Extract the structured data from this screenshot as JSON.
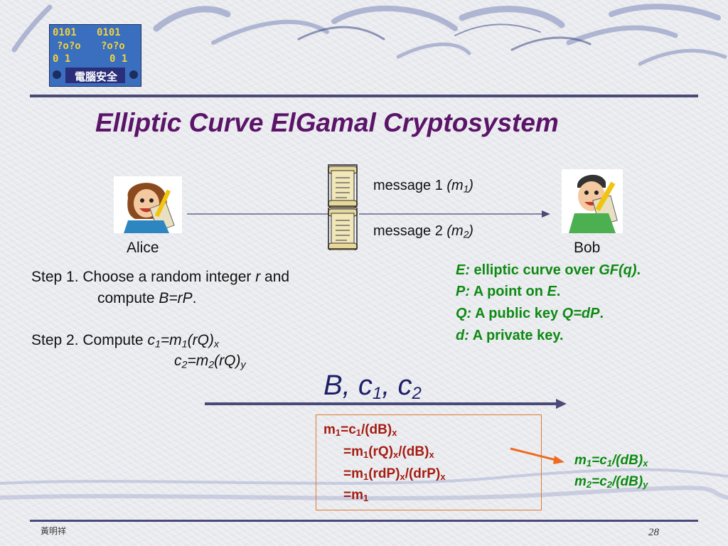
{
  "slide": {
    "title": "Elliptic Curve ElGamal Cryptosystem",
    "logo_text": "電腦安全",
    "alice_label": "Alice",
    "bob_label": "Bob",
    "message1": {
      "label": "message 1 ",
      "var": "(m",
      "sub": "1",
      "close": ")"
    },
    "message2": {
      "label": "message 2 ",
      "var": "(m",
      "sub": "2",
      "close": ")"
    },
    "step1": {
      "line1_a": "Step 1. Choose a random integer ",
      "line1_r": "r",
      "line1_b": " and",
      "line2_a": "compute ",
      "line2_var": "B=rP",
      "line2_b": "."
    },
    "step2": {
      "line1_a": "Step 2. Compute ",
      "c1": "c",
      "c1_sub": "1",
      "c1_eq": "=m",
      "c1_m_sub": "1",
      "c1_rq": "(rQ)",
      "c1_x": "x",
      "c2": "c",
      "c2_sub": "2",
      "c2_eq": "=m",
      "c2_m_sub": "2",
      "c2_rq": "(rQ)",
      "c2_y": "y"
    },
    "params": {
      "e_key": "E:",
      "e_text": " elliptic curve over ",
      "e_field": "GF(q)",
      "e_end": ".",
      "p_key": "P:",
      "p_text": " A point on ",
      "p_var": "E",
      "p_end": ".",
      "q_key": "Q:",
      "q_text": " A public key ",
      "q_var": "Q=dP",
      "q_end": ".",
      "d_key": "d:",
      "d_text": " A private key."
    },
    "transmit": {
      "b": "B, c",
      "s1": "1",
      "mid": ", c",
      "s2": "2"
    },
    "derivation": [
      {
        "parts": [
          "m",
          "1",
          "=c",
          "1",
          "/(dB)",
          "x"
        ]
      },
      {
        "parts": [
          "=m",
          "1",
          "(rQ)",
          "x",
          "/(dB)",
          "x"
        ]
      },
      {
        "parts": [
          "=m",
          "1",
          "(rdP)",
          "x",
          "/(drP)",
          "x"
        ]
      },
      {
        "parts": [
          "=m",
          "1"
        ]
      }
    ],
    "result": {
      "r1": [
        "m",
        "1",
        "=c",
        "1",
        "/(dB)",
        "x"
      ],
      "r2": [
        "m",
        "2",
        "=c",
        "2",
        "/(dB)",
        "y"
      ]
    },
    "footer_author": "黃明祥",
    "page_number": "28",
    "colors": {
      "title": "#5b1468",
      "params": "#0e8a13",
      "derivation": "#a41d12",
      "arrow_orange": "#ef6a1f",
      "rule": "#4a4a78"
    }
  }
}
